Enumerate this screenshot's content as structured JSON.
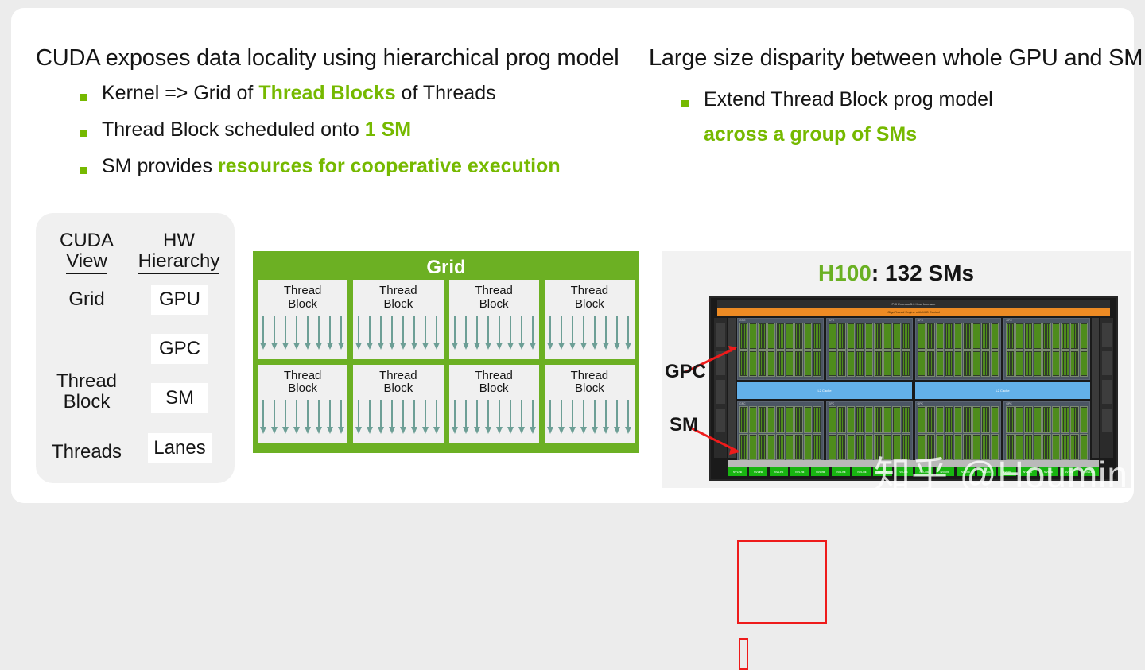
{
  "left_column": {
    "heading": "CUDA exposes data locality using hierarchical prog model",
    "bullets": [
      {
        "parts": [
          {
            "text": "Kernel => Grid of ",
            "green": false
          },
          {
            "text": "Thread Blocks",
            "green": true
          },
          {
            "text": " of Threads",
            "green": false
          }
        ]
      },
      {
        "parts": [
          {
            "text": "Thread Block scheduled onto ",
            "green": false
          },
          {
            "text": "1 SM",
            "green": true
          }
        ]
      },
      {
        "parts": [
          {
            "text": "SM provides ",
            "green": false
          },
          {
            "text": "resources for cooperative execution",
            "green": true
          }
        ]
      }
    ],
    "b1_a": "Kernel => Grid of ",
    "b1_b": "Thread Blocks",
    "b1_c": " of Threads",
    "b2_a": "Thread Block scheduled onto ",
    "b2_b": "1 SM",
    "b3_a": "SM provides ",
    "b3_b": "resources for cooperative execution"
  },
  "right_column": {
    "heading": "Large size disparity between whole GPU and SM",
    "bullet": "Extend Thread Block prog model",
    "bullet_green_line": "across a group of SMs"
  },
  "mapping_table": {
    "header_cuda_line1": "CUDA",
    "header_cuda_line2": "View",
    "header_hw_line1": "HW",
    "header_hw_line2": "Hierarchy",
    "rows": [
      {
        "cuda": "Grid",
        "hw": "GPU"
      },
      {
        "cuda": "",
        "hw": "GPC"
      },
      {
        "cuda": "Thread\nBlock",
        "hw": "SM"
      },
      {
        "cuda": "Threads",
        "hw": "Lanes"
      }
    ],
    "cuda_grid": "Grid",
    "hw_gpu": "GPU",
    "hw_gpc": "GPC",
    "cuda_thread_block": "Thread\nBlock",
    "hw_sm": "SM",
    "cuda_threads": "Threads",
    "hw_lanes": "Lanes"
  },
  "grid_diagram": {
    "title": "Grid",
    "block_label": "Thread\nBlock",
    "block_count": 8,
    "threads_per_block": 8,
    "panel_color": "#6cb023",
    "block_color": "#f0f0f0",
    "arrow_color": "#6d9f96"
  },
  "h100_panel": {
    "title_chip": "H100",
    "title_rest": ":  132 SMs",
    "callout_gpc": "GPC",
    "callout_sm": "SM",
    "die_top_label": "PCI Express 5.0 Host Interface",
    "die_orange_label": "GigaThread Engine with MIG Control",
    "l2_label": "L2 Cache",
    "nvlink_label": "NVLink",
    "gpc_tag": "GPC",
    "highlight_color": "#ee1b1b",
    "accent_green": "#6ab023"
  },
  "watermark": "知乎 @Houmin"
}
